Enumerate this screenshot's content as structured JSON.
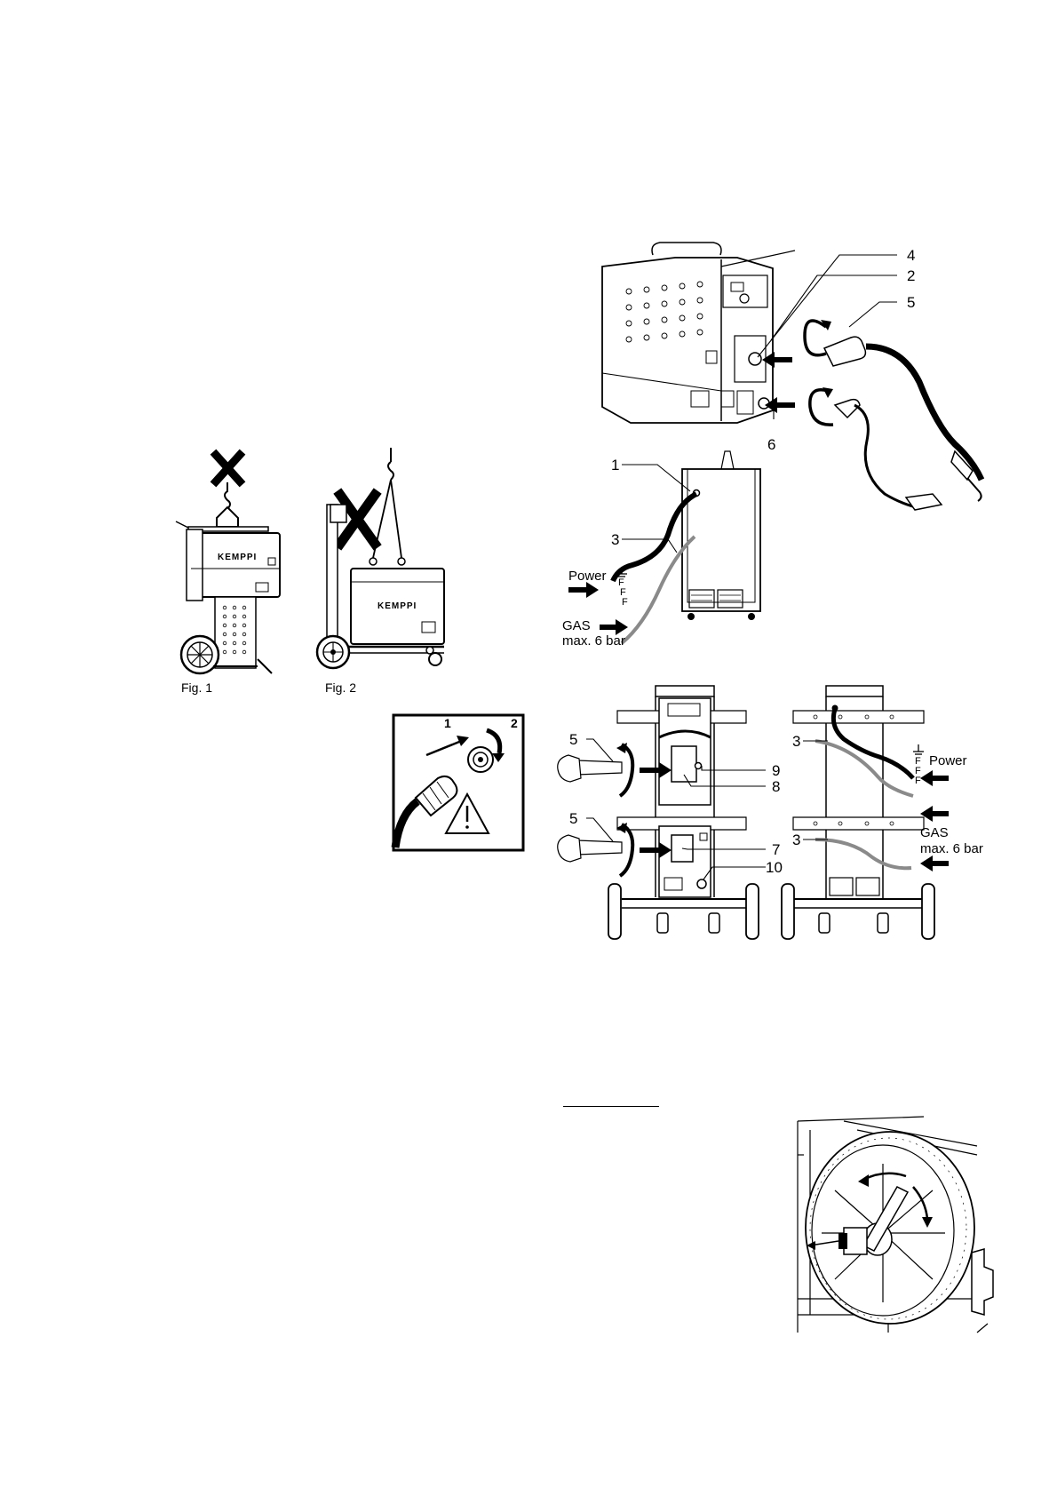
{
  "figures": {
    "fig1": {
      "caption": "Fig. 1",
      "brand_text": "KEMPPI"
    },
    "fig2": {
      "caption": "Fig. 2",
      "brand_text": "KEMPPI"
    },
    "connector_warning": {
      "step1": "1",
      "step2": "2"
    },
    "machine_side": {
      "labels": [
        "4",
        "2",
        "5",
        "6"
      ]
    },
    "machine_rear": {
      "cable_label": "1",
      "gas_hose_label": "3",
      "power": "Power",
      "phase_labels": [
        "F",
        "F",
        "F"
      ],
      "gas": "GAS",
      "gas_pressure": "max. 6 bar"
    },
    "cart_front": {
      "labels": [
        "5",
        "9",
        "8",
        "5",
        "7",
        "10"
      ]
    },
    "cart_rear": {
      "hose_labels": [
        "3",
        "3"
      ],
      "power": "Power",
      "phase_labels": [
        "F",
        "F",
        "F"
      ],
      "gas": "GAS",
      "gas_pressure": "max. 6 bar"
    }
  }
}
